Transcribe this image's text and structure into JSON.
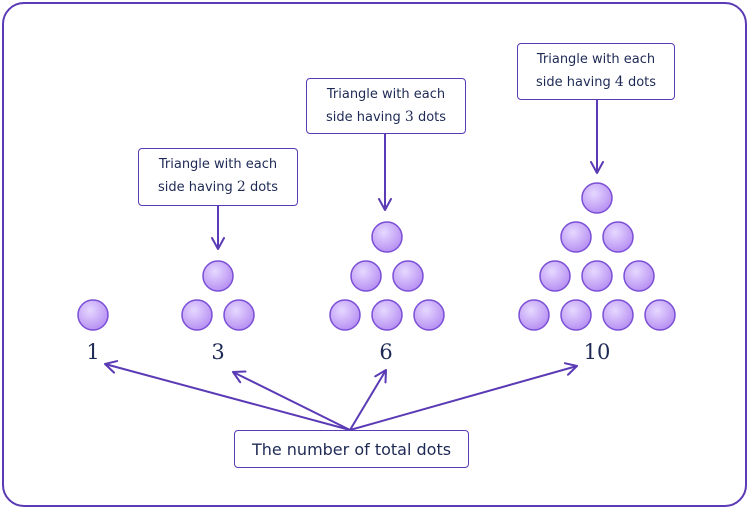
{
  "diagram": {
    "colors": {
      "frame": "#5b3ab5",
      "arrow": "#5b3ab5",
      "dot_fill": "#c6a6f7",
      "dot_fill_center": "#e6d8ff",
      "dot_stroke": "#7a4fd6",
      "text": "#1e2a55"
    },
    "groups": [
      {
        "dots_per_side": 1,
        "total": "1",
        "callout": null
      },
      {
        "dots_per_side": 2,
        "total": "3",
        "callout": {
          "line1": "Triangle with each",
          "line2_prefix": "side having",
          "line2_number": "2",
          "line2_suffix": "dots"
        }
      },
      {
        "dots_per_side": 3,
        "total": "6",
        "callout": {
          "line1": "Triangle with each",
          "line2_prefix": "side having",
          "line2_number": "3",
          "line2_suffix": "dots"
        }
      },
      {
        "dots_per_side": 4,
        "total": "10",
        "callout": {
          "line1": "Triangle with each",
          "line2_prefix": "side having",
          "line2_number": "4",
          "line2_suffix": "dots"
        }
      }
    ],
    "bottom_label": "The number of total dots"
  }
}
